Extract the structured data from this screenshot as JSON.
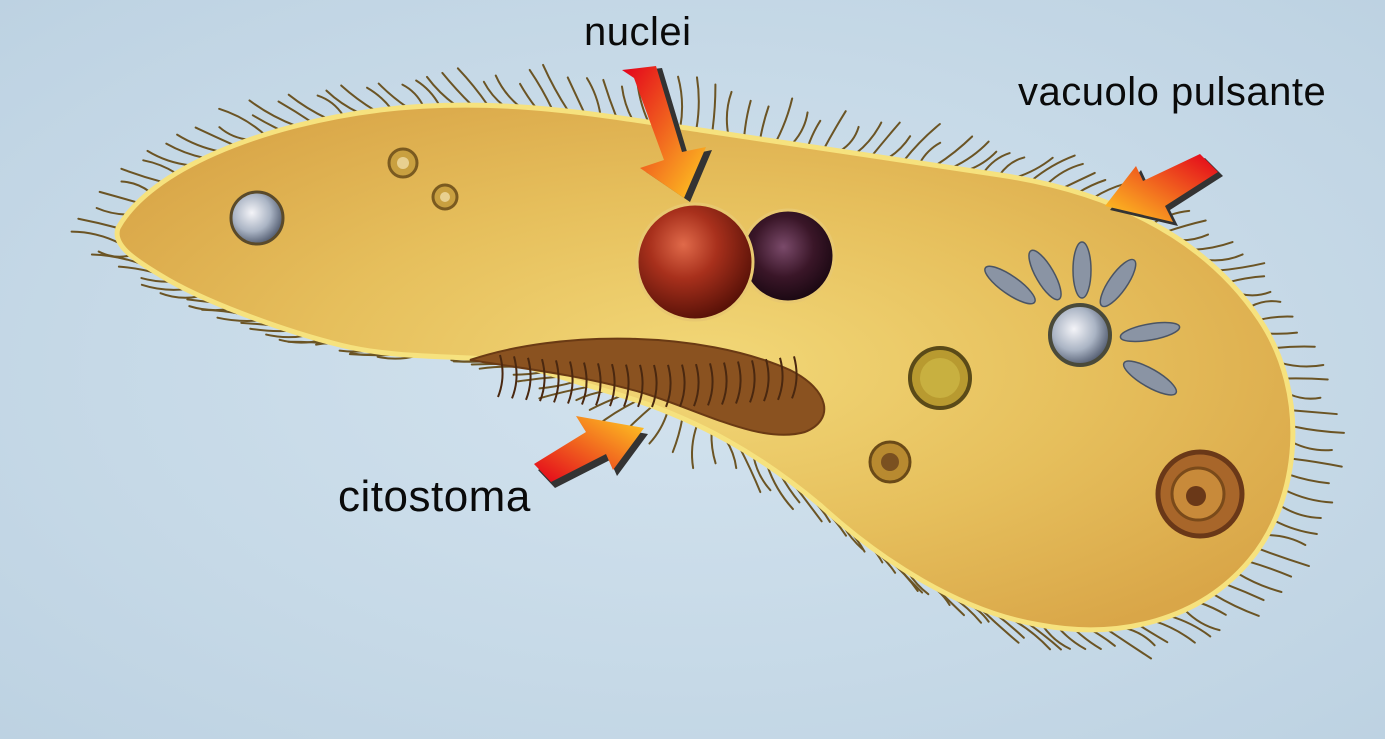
{
  "labels": {
    "nuclei": "nuclei",
    "vacuolo_pulsante": "vacuolo pulsante",
    "citostoma": "citostoma"
  },
  "colors": {
    "background": "#c9dbe8",
    "cell_body": "#e8c25a",
    "cell_membrane": "#f4df7a",
    "nucleus_macro": "#9a2a1a",
    "nucleus_micro": "#3a1a2a",
    "arrow_start": "#e3001b",
    "arrow_end": "#ffcc22",
    "label_text": "#0a0a0a"
  },
  "icons": [
    "down-right-arrow-icon",
    "down-left-arrow-icon",
    "up-right-arrow-icon"
  ]
}
